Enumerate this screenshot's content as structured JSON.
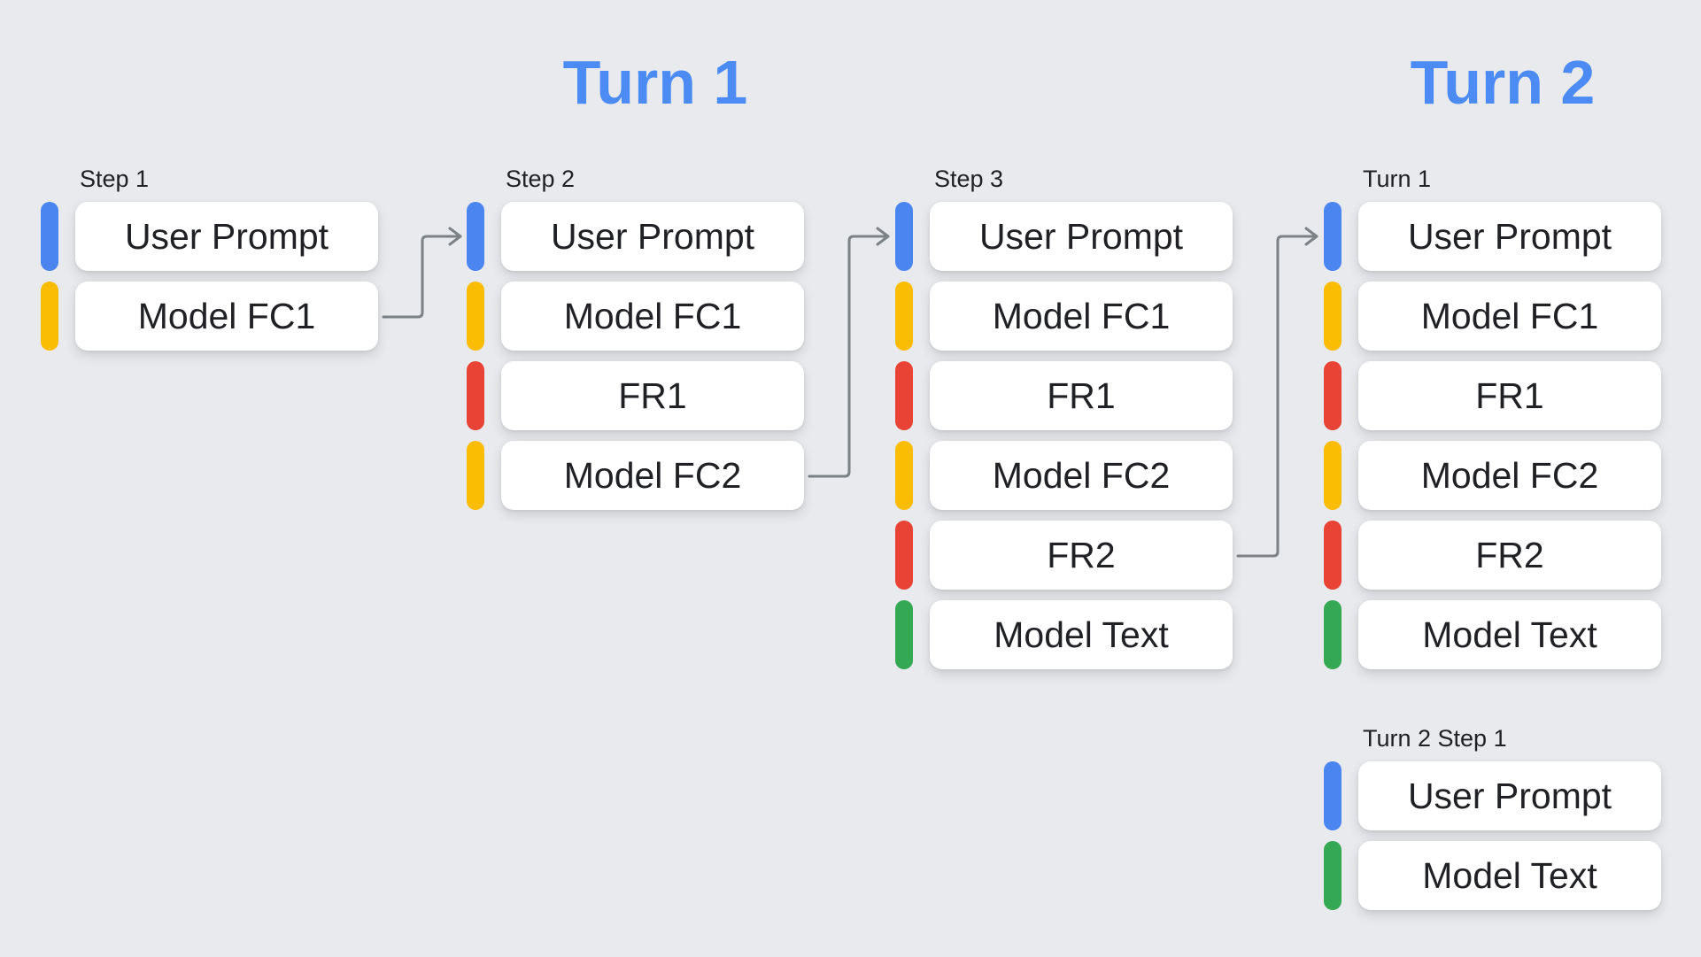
{
  "titles": {
    "turn1": "Turn 1",
    "turn2": "Turn 2"
  },
  "columns": [
    {
      "label": "Step 1",
      "items": [
        {
          "type": "user_prompt",
          "label": "User Prompt"
        },
        {
          "type": "model_function_call",
          "label": "Model FC1"
        }
      ]
    },
    {
      "label": "Step 2",
      "items": [
        {
          "type": "user_prompt",
          "label": "User Prompt"
        },
        {
          "type": "model_function_call",
          "label": "Model FC1"
        },
        {
          "type": "function_response",
          "label": "FR1"
        },
        {
          "type": "model_function_call",
          "label": "Model FC2"
        }
      ]
    },
    {
      "label": "Step 3",
      "items": [
        {
          "type": "user_prompt",
          "label": "User Prompt"
        },
        {
          "type": "model_function_call",
          "label": "Model FC1"
        },
        {
          "type": "function_response",
          "label": "FR1"
        },
        {
          "type": "model_function_call",
          "label": "Model FC2"
        },
        {
          "type": "function_response",
          "label": "FR2"
        },
        {
          "type": "model_text",
          "label": "Model Text"
        }
      ]
    },
    {
      "label": "Turn 1",
      "items": [
        {
          "type": "user_prompt",
          "label": "User Prompt"
        },
        {
          "type": "model_function_call",
          "label": "Model FC1"
        },
        {
          "type": "function_response",
          "label": "FR1"
        },
        {
          "type": "model_function_call",
          "label": "Model FC2"
        },
        {
          "type": "function_response",
          "label": "FR2"
        },
        {
          "type": "model_text",
          "label": "Model Text"
        }
      ]
    }
  ],
  "turn2_column": {
    "label": "Turn 2 Step 1",
    "items": [
      {
        "type": "user_prompt",
        "label": "User Prompt"
      },
      {
        "type": "model_text",
        "label": "Model Text"
      }
    ]
  },
  "arrows": [
    {
      "from": "step1-model-fc1",
      "to": "step2-user-prompt"
    },
    {
      "from": "step2-model-fc2",
      "to": "step3-user-prompt"
    },
    {
      "from": "step3-fr2",
      "to": "turn1-user-prompt"
    }
  ],
  "colors": {
    "background": "#e8eaed",
    "title_blue": "#4c8bf4",
    "user_prompt_blue": "#4a85f0",
    "model_fc_yellow": "#fbbc04",
    "function_response_red": "#e94335",
    "model_text_green": "#34a853",
    "arrow_gray": "#7d8287",
    "text_dark": "#202124",
    "box_white": "#ffffff"
  }
}
